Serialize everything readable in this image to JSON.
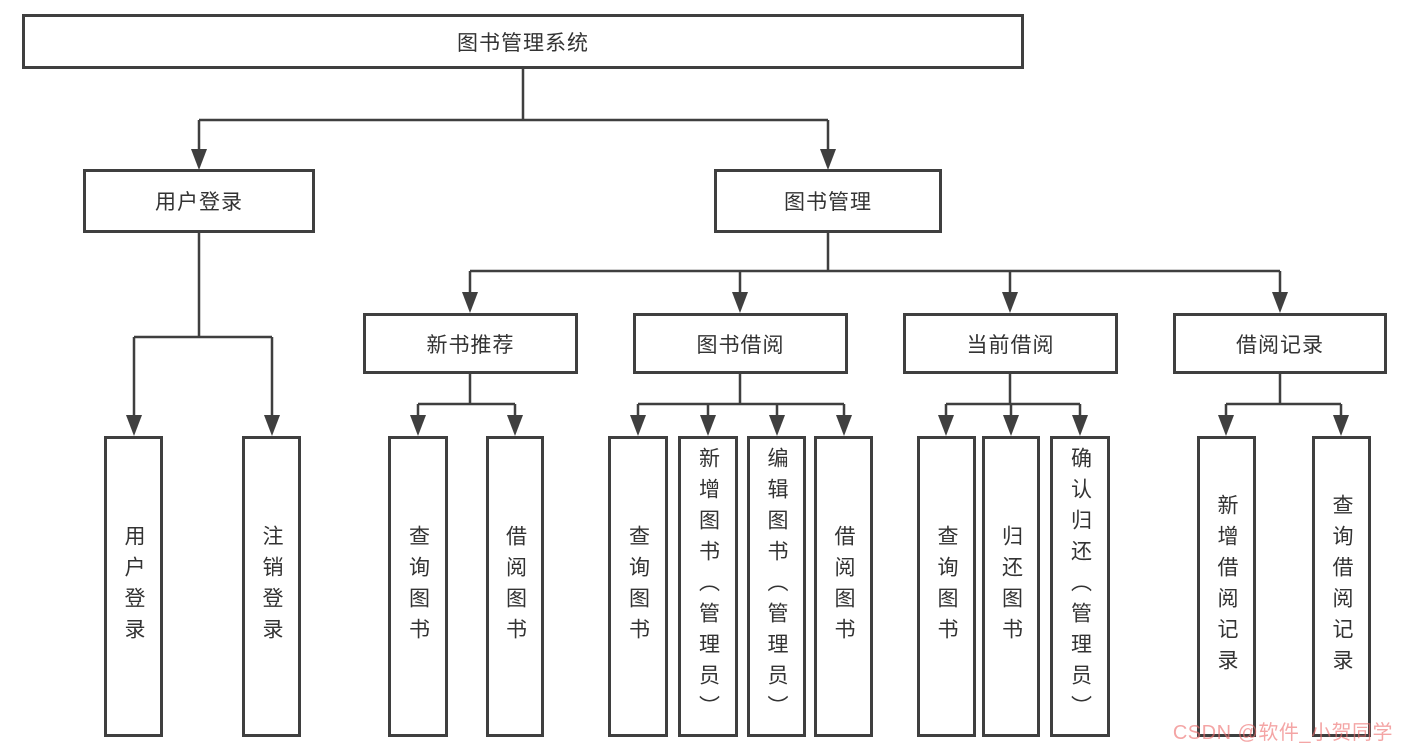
{
  "diagram": {
    "title": "图书管理系统",
    "root": {
      "label": "图书管理系统"
    },
    "level2": [
      {
        "label": "用户登录"
      },
      {
        "label": "图书管理"
      }
    ],
    "level3": [
      {
        "label": "新书推荐"
      },
      {
        "label": "图书借阅"
      },
      {
        "label": "当前借阅"
      },
      {
        "label": "借阅记录"
      }
    ],
    "leaves": {
      "user_login": [
        "用户登录",
        "注销登录"
      ],
      "new_book_recommendation": [
        "查询图书",
        "借阅图书"
      ],
      "book_borrowing": [
        "查询图书",
        "新增图书（管理员）",
        "编辑图书（管理员）",
        "借阅图书"
      ],
      "current_borrowing": [
        "查询图书",
        "归还图书",
        "确认归还（管理员）"
      ],
      "borrowing_records": [
        "新增借阅记录",
        "查询借阅记录"
      ]
    }
  },
  "colors": {
    "line": "#3f3f3f",
    "text": "#333333",
    "background": "#ffffff",
    "watermark": "#ee6e6e"
  },
  "watermark": {
    "text": "CSDN @软件_小贺同学"
  }
}
